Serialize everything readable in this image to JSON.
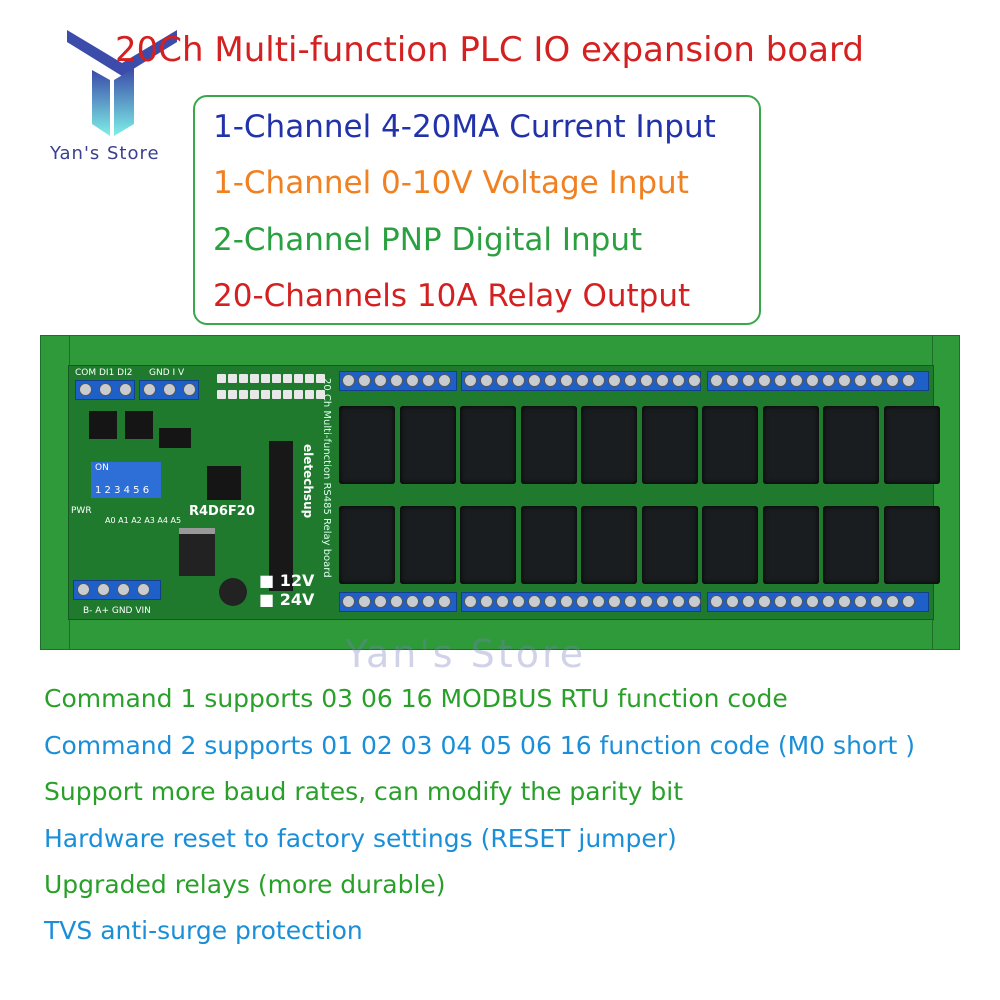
{
  "title": "20Ch Multi-function PLC IO expansion board",
  "logo": {
    "text": "Yan's Store"
  },
  "specs": [
    {
      "text": "1-Channel 4-20MA Current Input",
      "color": "#2233aa"
    },
    {
      "text": "1-Channel 0-10V Voltage Input",
      "color": "#f08020"
    },
    {
      "text": "2-Channel PNP Digital Input",
      "color": "#2aa040"
    },
    {
      "text": "20-Channels 10A Relay Output",
      "color": "#d42020"
    }
  ],
  "board": {
    "model": "R4D6F20",
    "brand": "eletechsup",
    "side_text": "20 Ch Multi-function RS485 Relay board",
    "power_12": "12V",
    "power_24": "24V",
    "dip_label": "ON",
    "dip_numbers": "1 2 3 4 5 6",
    "address_labels": "A0 A1 A2 A3 A4 A5",
    "pwr_label": "PWR",
    "top_terminals_left": "COM DI1 DI2",
    "top_terminals_mid": "GND I V",
    "bottom_terminals": "B-  A+  GND  VIN"
  },
  "watermark": "Yan's Store",
  "features": [
    {
      "text": "Command 1 supports 03 06 16 MODBUS RTU function code",
      "color": "#2aa02a"
    },
    {
      "text": "Command 2 supports 01 02 03 04 05 06 16 function code (M0 short )",
      "color": "#1a8fd8"
    },
    {
      "text": "Support more baud rates, can modify the parity bit",
      "color": "#2aa02a"
    },
    {
      "text": "Hardware reset to factory settings (RESET jumper)",
      "color": "#1a8fd8"
    },
    {
      "text": "Upgraded relays (more durable)",
      "color": "#2aa02a"
    },
    {
      "text": "TVS anti-surge protection",
      "color": "#1a8fd8"
    }
  ]
}
